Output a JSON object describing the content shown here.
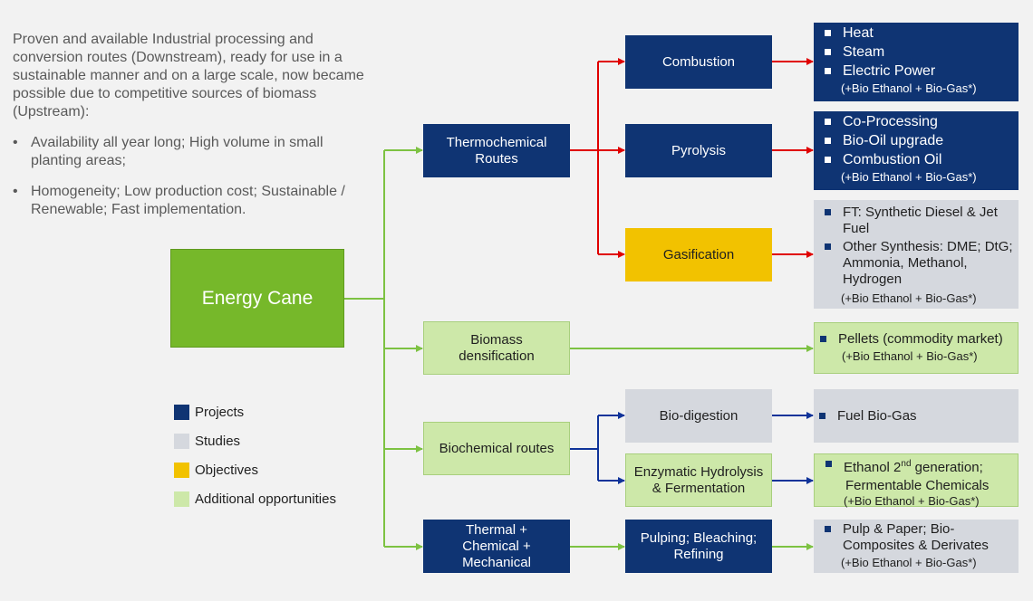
{
  "intro": {
    "paragraph": "Proven and available Industrial processing and conversion routes (Downstream), ready for use in a sustainable manner and on a large scale, now became possible due to competitive sources of biomass (Upstream):",
    "bullets": [
      "Availability all year long; High volume in small planting areas;",
      "Homogeneity; Low production cost; Sustainable / Renewable; Fast implementation."
    ]
  },
  "root": "Energy Cane",
  "routes": {
    "thermochemical": "Thermochemical Routes",
    "biomass": "Biomass densification",
    "biochemical": "Biochemical routes",
    "thermal": "Thermal + Chemical + Mechanical"
  },
  "processes": {
    "combustion": "Combustion",
    "pyrolysis": "Pyrolysis",
    "gasification": "Gasification",
    "biodigestion": "Bio-digestion",
    "enzymatic": "Enzymatic Hydrolysis & Fermentation",
    "pulping": "Pulping; Bleaching; Refining"
  },
  "outputs": {
    "combustion": [
      "Heat",
      "Steam",
      "Electric Power"
    ],
    "pyrolysis": [
      "Co-Processing",
      "Bio-Oil upgrade",
      "Combustion Oil"
    ],
    "gasification": [
      "FT: Synthetic Diesel & Jet Fuel",
      "Other Synthesis: DME; DtG; Ammonia, Methanol, Hydrogen"
    ],
    "biomass": [
      "Pellets (commodity market)"
    ],
    "biodigestion": [
      "Fuel Bio-Gas"
    ],
    "enzymatic_line1": "Ethanol 2",
    "enzymatic_sup": "nd",
    "enzymatic_line1_end": " generation;",
    "enzymatic_line2": "Fermentable Chemicals",
    "pulping": [
      "Pulp & Paper; Bio-Composites & Derivates"
    ],
    "note": "(+Bio Ethanol + Bio-Gas*)"
  },
  "legend": {
    "projects": "Projects",
    "studies": "Studies",
    "objectives": "Objectives",
    "additional": "Additional opportunities"
  },
  "colors": {
    "projects": "#0f3473",
    "studies": "#d5d8de",
    "objectives": "#f2c200",
    "additional": "#cde8a9",
    "root": "#76b82a",
    "arrow_red": "#e00000",
    "arrow_green": "#7dc242",
    "arrow_blue": "#0f3399"
  }
}
